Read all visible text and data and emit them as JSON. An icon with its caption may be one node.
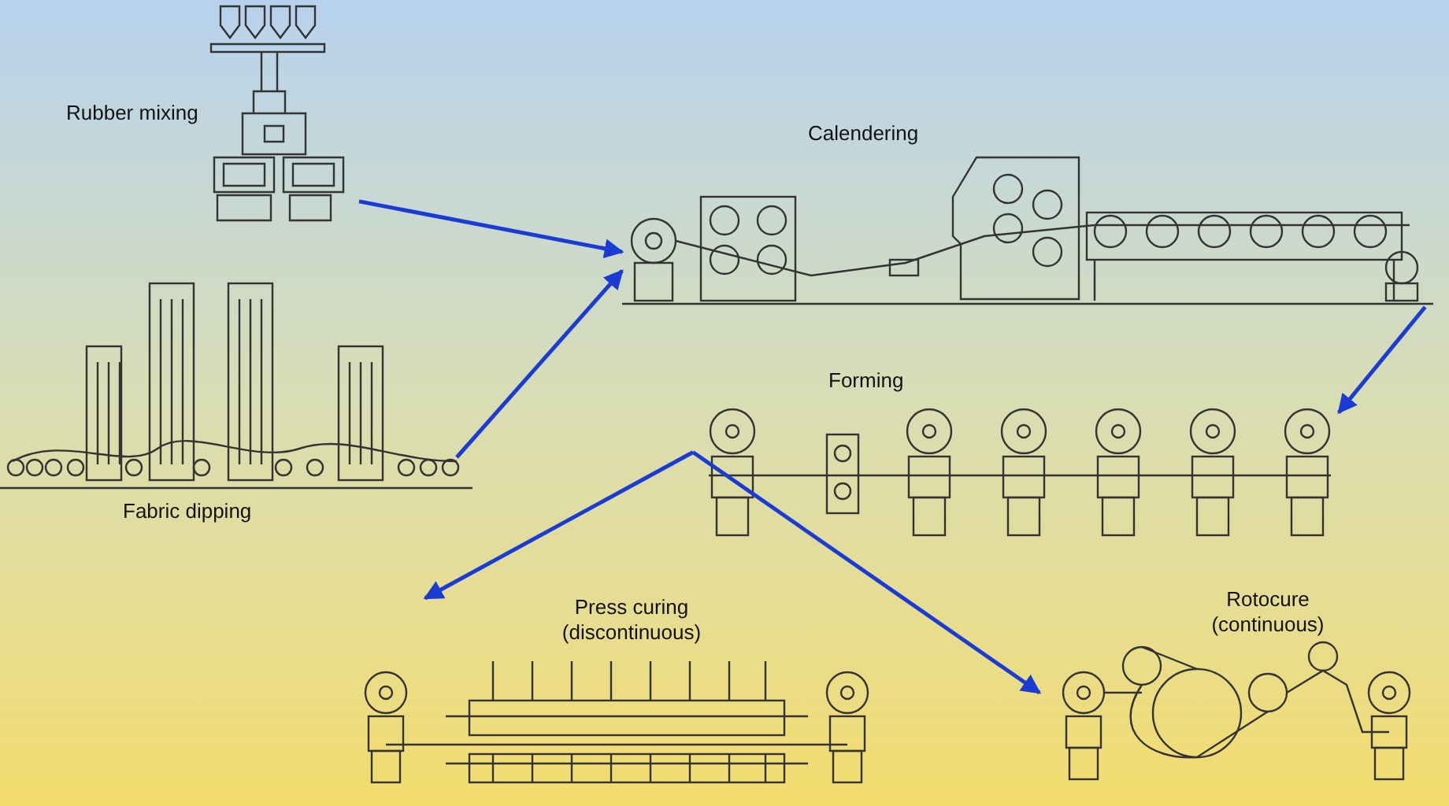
{
  "diagram": {
    "nodes": [
      {
        "text": [
          "Rubber mixing"
        ]
      },
      {
        "text": [
          "Fabric dipping"
        ]
      },
      {
        "text": [
          "Calendering"
        ]
      },
      {
        "text": [
          "Forming"
        ]
      },
      {
        "text": [
          "Press curing (discontinuous)"
        ]
      },
      {
        "text": [
          "Rotocure (continuous)"
        ]
      }
    ],
    "edges": [
      {
        "from": 0,
        "to": 2,
        "arrow": "to"
      },
      {
        "from": 1,
        "to": 2,
        "arrow": "to"
      },
      {
        "from": 2,
        "to": 3,
        "arrow": "to"
      },
      {
        "from": 3,
        "to": 4,
        "arrow": "to"
      },
      {
        "from": 3,
        "to": 5,
        "arrow": "to"
      }
    ]
  }
}
